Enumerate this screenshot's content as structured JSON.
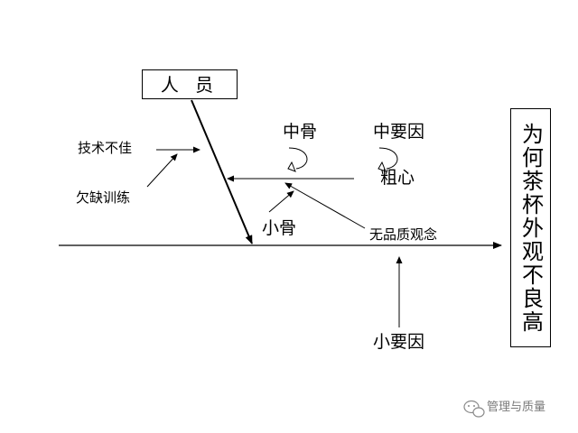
{
  "category": {
    "label": "人 员"
  },
  "effect": {
    "label": "为何茶杯外观不良高"
  },
  "causes": {
    "cause1": "技术不佳",
    "cause2": "欠缺训练",
    "cause3": "粗心",
    "cause4": "无品质观念"
  },
  "legend": {
    "middle_bone": "中骨",
    "middle_factor": "中要因",
    "small_bone": "小骨",
    "small_factor": "小要因"
  },
  "watermark": {
    "text": "管理与质量",
    "icon": "wechat-icon"
  }
}
